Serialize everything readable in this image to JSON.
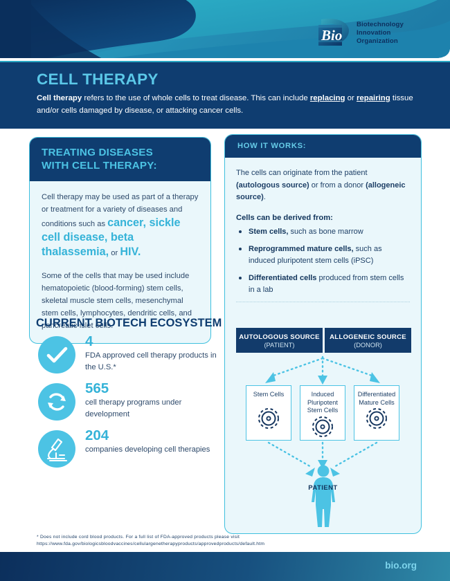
{
  "brand": {
    "logo_mark_text": "Bio",
    "logo_name_lines": [
      "Biotechnology",
      "Innovation",
      "Organization"
    ],
    "accent_cyan": "#4cc3e4",
    "accent_light_cyan": "#5bc8e8",
    "deep_navy": "#0f3d70",
    "panel_bg": "#eaf7fb",
    "text_navy": "#1d3f66"
  },
  "header": {
    "title": "CELL THERAPY",
    "description_html": "<b>Cell therapy</b> refers to the use of whole cells to treat disease. This can include <u>replacing</u> or <u>repairing</u> tissue and/or cells damaged by disease, or attacking cancer cells."
  },
  "left_panel": {
    "heading_lines": [
      "TREATING DISEASES",
      "WITH CELL THERAPY:"
    ],
    "intro_html": "Cell therapy may be used as part of a therapy or treatment for a variety of diseases and conditions such as <span class=\"dz\">cancer, sickle cell disease, beta thalassemia,</span> or <span class=\"dz\">HIV.</span>",
    "cells_text": "Some of the cells that may be used include hematopoietic (blood-forming) stem cells, skeletal muscle stem cells, mesenchymal stem cells, lymphocytes, dendritic cells, and pancreatic islet cells."
  },
  "ecosystem": {
    "title": "CURRENT BIOTECH ECOSYSTEM",
    "stats": [
      {
        "icon": "check-icon",
        "number": "4",
        "label": "FDA approved cell therapy products in the U.S.*"
      },
      {
        "icon": "refresh-cycle-icon",
        "number": "565",
        "label": "cell therapy programs under development"
      },
      {
        "icon": "microscope-icon",
        "number": "204",
        "label": "companies developing cell therapies"
      }
    ]
  },
  "right_panel": {
    "heading": "HOW IT WORKS:",
    "origin_html": "The cells can originate from the patient <b>(autologous source)</b> or from a donor <b>(allogeneic source)</b>.",
    "derived_heading": "Cells can be derived from:",
    "bullets": [
      {
        "html": "<b>Stem cells,</b> such as bone marrow"
      },
      {
        "html": "<b>Reprogrammed mature cells,</b> such as induced pluripotent stem cells (iPSC)"
      },
      {
        "html": "<b>Differentiated cells</b> produced from stem cells in a lab"
      }
    ],
    "source_table": [
      {
        "title": "AUTOLOGOUS SOURCE",
        "sub": "(PATIENT)"
      },
      {
        "title": "ALLOGENEIC SOURCE",
        "sub": "(DONOR)"
      }
    ],
    "cell_boxes": [
      {
        "caption": "Stem Cells",
        "icon": "cell-icon"
      },
      {
        "caption": "Induced Pluripotent Stem Cells",
        "icon": "cell-icon"
      },
      {
        "caption": "Differentiated Mature Cells",
        "icon": "cell-icon"
      }
    ],
    "patient_label": "PATIENT"
  },
  "footnote": {
    "line1": "* Does not include cord blood products. For a full list of FDA-approved products please visit",
    "line2": "https://www.fda.gov/biologicsbloodvaccines/cellulargenetherapyproducts/approvedproducts/default.htm"
  },
  "footer": {
    "site": "bio.org"
  }
}
